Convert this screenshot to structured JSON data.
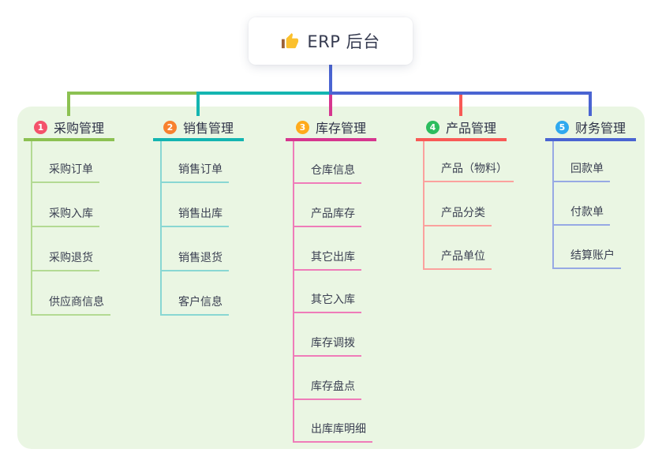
{
  "root": {
    "label": "ERP 后台",
    "icon": "thumbs-up-icon"
  },
  "canvas": {
    "background": "#ffffff",
    "panel_background": "#eaf6e3",
    "root_connector_color": "#4a64d2"
  },
  "branches": [
    {
      "index": "1",
      "label": "采购管理",
      "badge_color": "#f4526b",
      "line_color": "#8cc152",
      "child_line_color": "#b3da93",
      "children": [
        "采购订单",
        "采购入库",
        "采购退货",
        "供应商信息"
      ]
    },
    {
      "index": "2",
      "label": "销售管理",
      "badge_color": "#f8812f",
      "line_color": "#14b5b1",
      "child_line_color": "#89d7d3",
      "children": [
        "销售订单",
        "销售出库",
        "销售退货",
        "客户信息"
      ]
    },
    {
      "index": "3",
      "label": "库存管理",
      "badge_color": "#ffab1c",
      "line_color": "#d6368f",
      "child_line_color": "#ef7cb9",
      "children": [
        "仓库信息",
        "产品库存",
        "其它出库",
        "其它入库",
        "库存调拨",
        "库存盘点",
        "出库库明细"
      ]
    },
    {
      "index": "4",
      "label": "产品管理",
      "badge_color": "#2cbd5e",
      "line_color": "#f85a56",
      "child_line_color": "#fba19e",
      "children": [
        "产品（物料）",
        "产品分类",
        "产品单位"
      ]
    },
    {
      "index": "5",
      "label": "财务管理",
      "badge_color": "#2fa9ef",
      "line_color": "#4a64d2",
      "child_line_color": "#97a9e4",
      "children": [
        "回款单",
        "付款单",
        "结算账户"
      ]
    }
  ]
}
